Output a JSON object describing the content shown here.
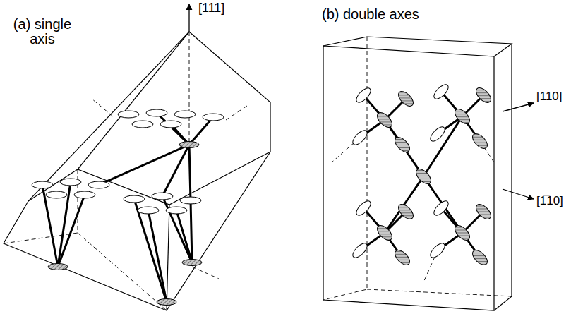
{
  "diagram": {
    "labels": [
      "(a) single axis",
      "[111]",
      "(b) double axes",
      "[110]",
      "[1̅10]"
    ]
  }
}
